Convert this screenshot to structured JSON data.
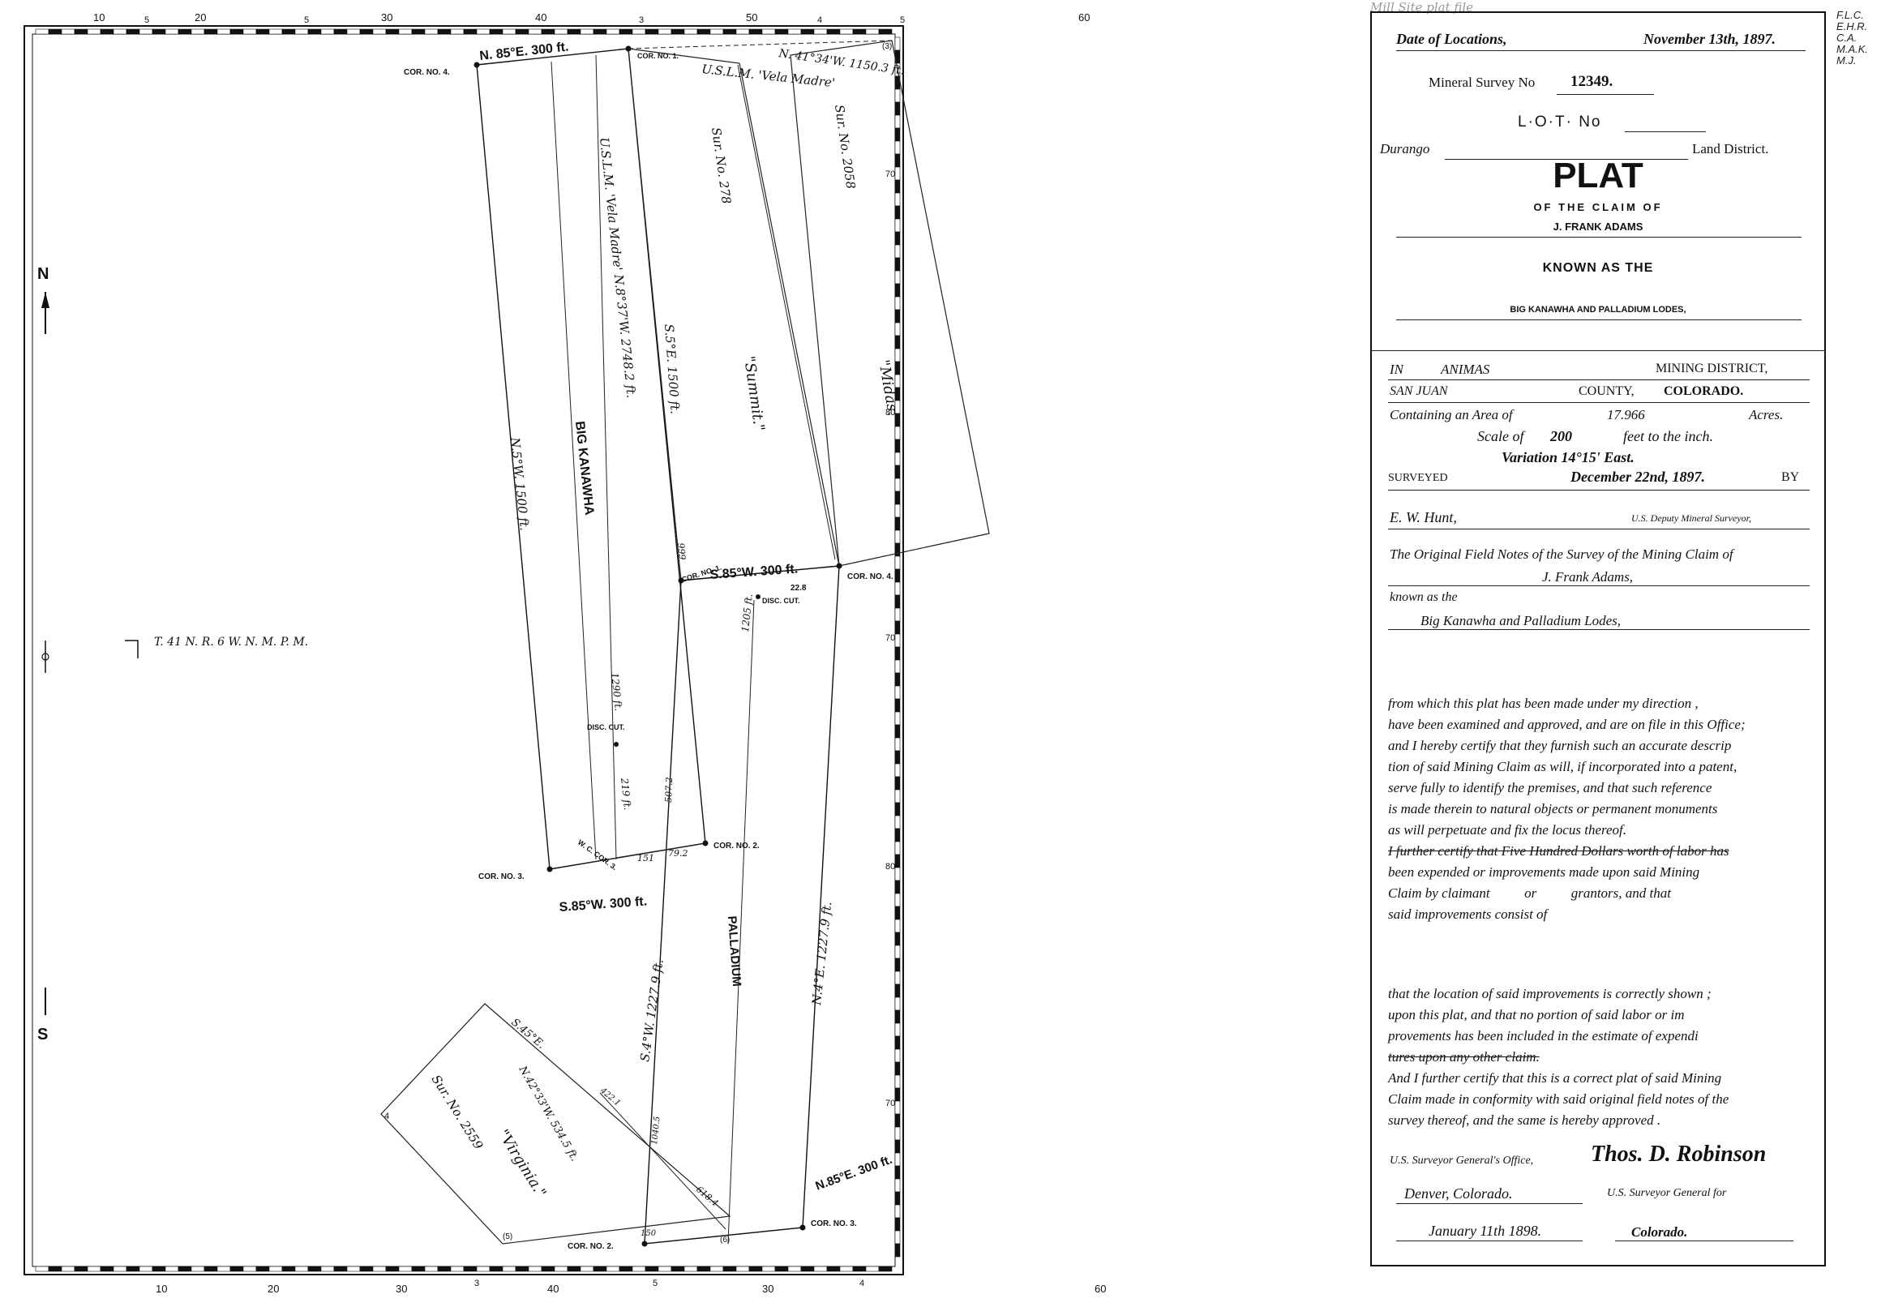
{
  "map": {
    "top_scale": [
      "10",
      "20",
      "30",
      "40",
      "50",
      "60"
    ],
    "top_small": [
      "5",
      "5",
      "3",
      "4",
      "5"
    ],
    "bottom_scale": [
      "10",
      "20",
      "30",
      "40",
      "30",
      "60"
    ],
    "bottom_small": [
      "3",
      "5",
      "4"
    ],
    "right_scale": [
      "70",
      "80",
      "70",
      "80",
      "70"
    ],
    "north": "N",
    "south": "S",
    "township": "T. 41 N. R. 6 W. N. M. P. M.",
    "corners": {
      "cor4": "COR. NO. 4.",
      "cor1_top": "COR. NO. 1.",
      "cor1_mid": "COR. NO. 1.",
      "cor4_right": "COR. NO. 4.",
      "cor3_left": "COR. NO. 3.",
      "cor2_mid": "COR. NO. 2.",
      "cor2_bottom": "COR. NO. 2.",
      "cor3_bottom": "COR. NO. 3."
    },
    "bearings": {
      "top_end": "N. 85°E. 300 ft.",
      "vela_madre_top": "U.S.L.M. 'Vela Madre'",
      "n41": "N. 41°34'W. 1150.3 ft.",
      "vela_madre_left": "U.S.L.M. 'Vela Madre' N.8°37'W. 2748.2 ft.",
      "s5e": "S.5°E. 1500 ft.",
      "n5w": "N.5°W. 1500 ft.",
      "s85w_mid": "S.85°W. 300 ft.",
      "s85w_bottom": "S.85°W. 300 ft.",
      "n85e_bottom": "N.85°E. 300 ft.",
      "s4w": "S.4°W. 1227.9 ft.",
      "n4e": "N.4°E. 1227.9 ft.",
      "s45e": "S.45°E.",
      "n42": "N.42°33'W. 534.5 ft.",
      "d1290": "1290 ft.",
      "d219": "219 ft.",
      "d1205": "1205 ft.",
      "d507": "507.2",
      "d79": "79.2",
      "d151": "151",
      "d999": "999",
      "d228": "22.8",
      "d618": "618.4",
      "d150": "150",
      "d1040": "1040.5",
      "d221": "422.1"
    },
    "labels": {
      "big_kanawha": "BIG KANAWHA",
      "palladium": "PALLADIUM",
      "summit": "\"Summit.\"",
      "midas": "\"Midas.\"",
      "sur278": "Sur. No. 278",
      "sur2058": "Sur. No. 2058",
      "sur2559": "Sur. No. 2559",
      "virginia": "\"Virginia.\"",
      "disc_cut_1": "DISC. CUT.",
      "disc_cut_2": "DISC. CUT.",
      "wc_cor": "W. C. COR. 3.",
      "num4": "4",
      "num5": "(5)",
      "num3a": "(3)",
      "num6": "(6)"
    }
  },
  "panel": {
    "date_label": "Date of Locations,",
    "date_value": "November 13th, 1897.",
    "survey_label": "Mineral Survey No",
    "survey_no": "12349.",
    "lot_label": "L·O·T· No",
    "district_name": "Durango",
    "land_district": "Land District.",
    "plat": "PLAT",
    "of_claim": "OF THE CLAIM OF",
    "claimant": "J. FRANK ADAMS",
    "known_as": "KNOWN AS THE",
    "lodes": "BIG KANAWHA AND PALLADIUM LODES,",
    "in": "IN",
    "mining_district_name": "ANIMAS",
    "mining_district": "MINING DISTRICT,",
    "county_name": "SAN JUAN",
    "county": "COUNTY,",
    "state": "COLORADO.",
    "containing": "Containing an Area of",
    "area": "17.966",
    "acres": "Acres.",
    "scale_of": "Scale of",
    "scale_value": "200",
    "scale_rest": "feet to the inch.",
    "variation": "Variation 14°15' East.",
    "surveyed": "SURVEYED",
    "survey_date": "December 22nd, 1897.",
    "by": "BY",
    "surveyor": "E. W. Hunt,",
    "deputy": "U.S. Deputy Mineral Surveyor,",
    "orig_notes": "The Original Field Notes of the Survey of the Mining Claim of",
    "claimant_script": "J. Frank Adams,",
    "known_as_the": "known as the",
    "lodes_script": "Big Kanawha and Palladium Lodes,",
    "body": [
      "from which this plat has been made under my direction ,",
      "have been examined and approved, and are on file in this Office;",
      "and I hereby certify that they furnish such an accurate descrip",
      "tion of said Mining Claim as will, if incorporated into a patent,",
      "serve fully to identify the premises, and that such reference",
      "is made therein to natural objects or permanent monuments",
      "as will perpetuate and fix the locus thereof."
    ],
    "struck": "I further certify that Five Hundred Dollars worth of labor has",
    "body2": [
      "been expended or improvements made upon said Mining",
      "Claim by claimant          or          grantors, and that",
      "said improvements consist of"
    ],
    "body3": [
      "that the location of said improvements is correctly shown ;",
      "upon this plat, and that no portion of said labor or im",
      "provements has been included in the estimate of expendi",
      "tures upon any other claim."
    ],
    "body4": [
      "And I further certify that this is a correct plat of said Mining",
      "Claim made in conformity with said original field notes of the",
      "survey thereof, and the same is hereby approved ."
    ],
    "office": "U.S. Surveyor General's Office,",
    "signature": "Thos. D. Robinson",
    "city": "Denver, Colorado.",
    "sg_for": "U.S. Surveyor General for",
    "sign_date": "January 11th 1898.",
    "sg_state": "Colorado."
  },
  "margin_notes": [
    "F.L.C.",
    "E.H.R.",
    "C.A.",
    "M.A.K.",
    "M.J."
  ],
  "top_scribble": "Mill Site plat file"
}
